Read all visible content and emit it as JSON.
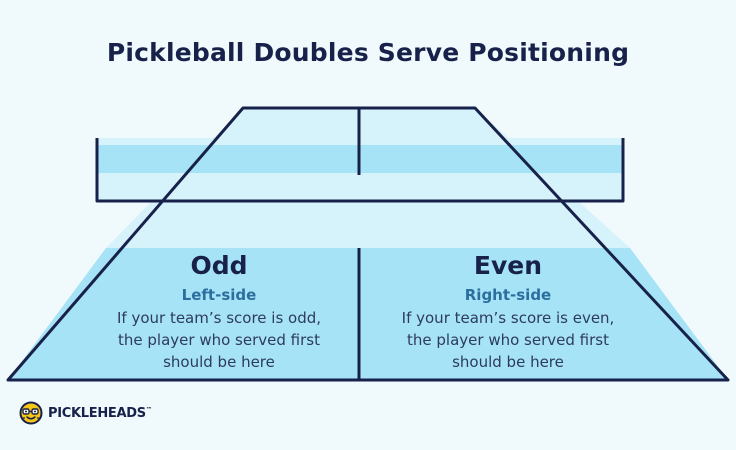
{
  "title": "Pickleball Doubles Serve Positioning",
  "zones": {
    "odd": {
      "heading": "Odd",
      "side": "Left-side",
      "lines": [
        "If your team’s score is odd,",
        "the player who served first",
        "should be here"
      ]
    },
    "even": {
      "heading": "Even",
      "side": "Right-side",
      "lines": [
        "If your team’s score is even,",
        "the player who served first",
        "should be here"
      ]
    }
  },
  "logo": {
    "text": "PICKLEHEADS",
    "mark": "™"
  },
  "colors": {
    "background": "#f0fafd",
    "court_outline": "#17214a",
    "court_fill": "#a6e3f6",
    "title": "#17214a",
    "side_label": "#2c6f9f",
    "logo_yellow": "#f5c518"
  }
}
